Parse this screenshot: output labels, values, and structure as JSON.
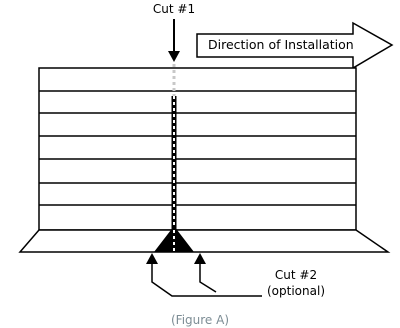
{
  "labels": {
    "cut1": "Cut #1",
    "direction": "Direction of Installation",
    "cut2_line1": "Cut #2",
    "cut2_line2": "(optional)",
    "caption": "(Figure A)"
  },
  "colors": {
    "ink": "#000000",
    "caption": "#7d8d95",
    "dashed_light": "#c8c8c8"
  }
}
